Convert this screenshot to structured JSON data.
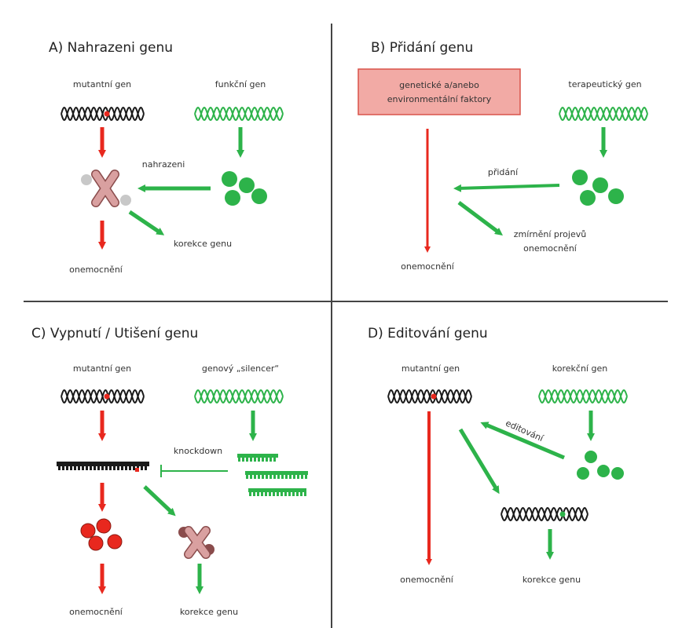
{
  "panels": {
    "a": {
      "title": "A) Nahrazeni genu",
      "mutant_gene": "mutantní gen",
      "functional_gene": "funkční gen",
      "replacement": "nahrazeni",
      "disease": "onemocnění",
      "correction": "korekce genu"
    },
    "b": {
      "title": "B) Přidání genu",
      "factors_line1": "genetické a/anebo",
      "factors_line2": "environmentální faktory",
      "therapeutic_gene": "terapeutický gen",
      "addition": "přidání",
      "disease": "onemocnění",
      "relief_line1": "zmírnění projevů",
      "relief_line2": "onemocnění"
    },
    "c": {
      "title": "C) Vypnutí / Utišení genu",
      "mutant_gene": "mutantní gen",
      "silencer_gene": "genový „silencer“",
      "knockdown": "knockdown",
      "disease": "onemocnění",
      "correction": "korekce genu"
    },
    "d": {
      "title": "D) Editování genu",
      "mutant_gene": "mutantní gen",
      "corrective_gene": "korekční gen",
      "editing": "editování",
      "disease": "onemocnění",
      "correction": "korekce genu"
    }
  },
  "colors": {
    "red": "#e8281e",
    "green": "#2db34a",
    "black": "#1a1a1a",
    "divider": "#444444",
    "factor_box_fill": "#f2aaa5",
    "factor_box_stroke": "#d9534a",
    "damaged_protein": "#d9a0a0",
    "gray": "#c8c8c8"
  }
}
